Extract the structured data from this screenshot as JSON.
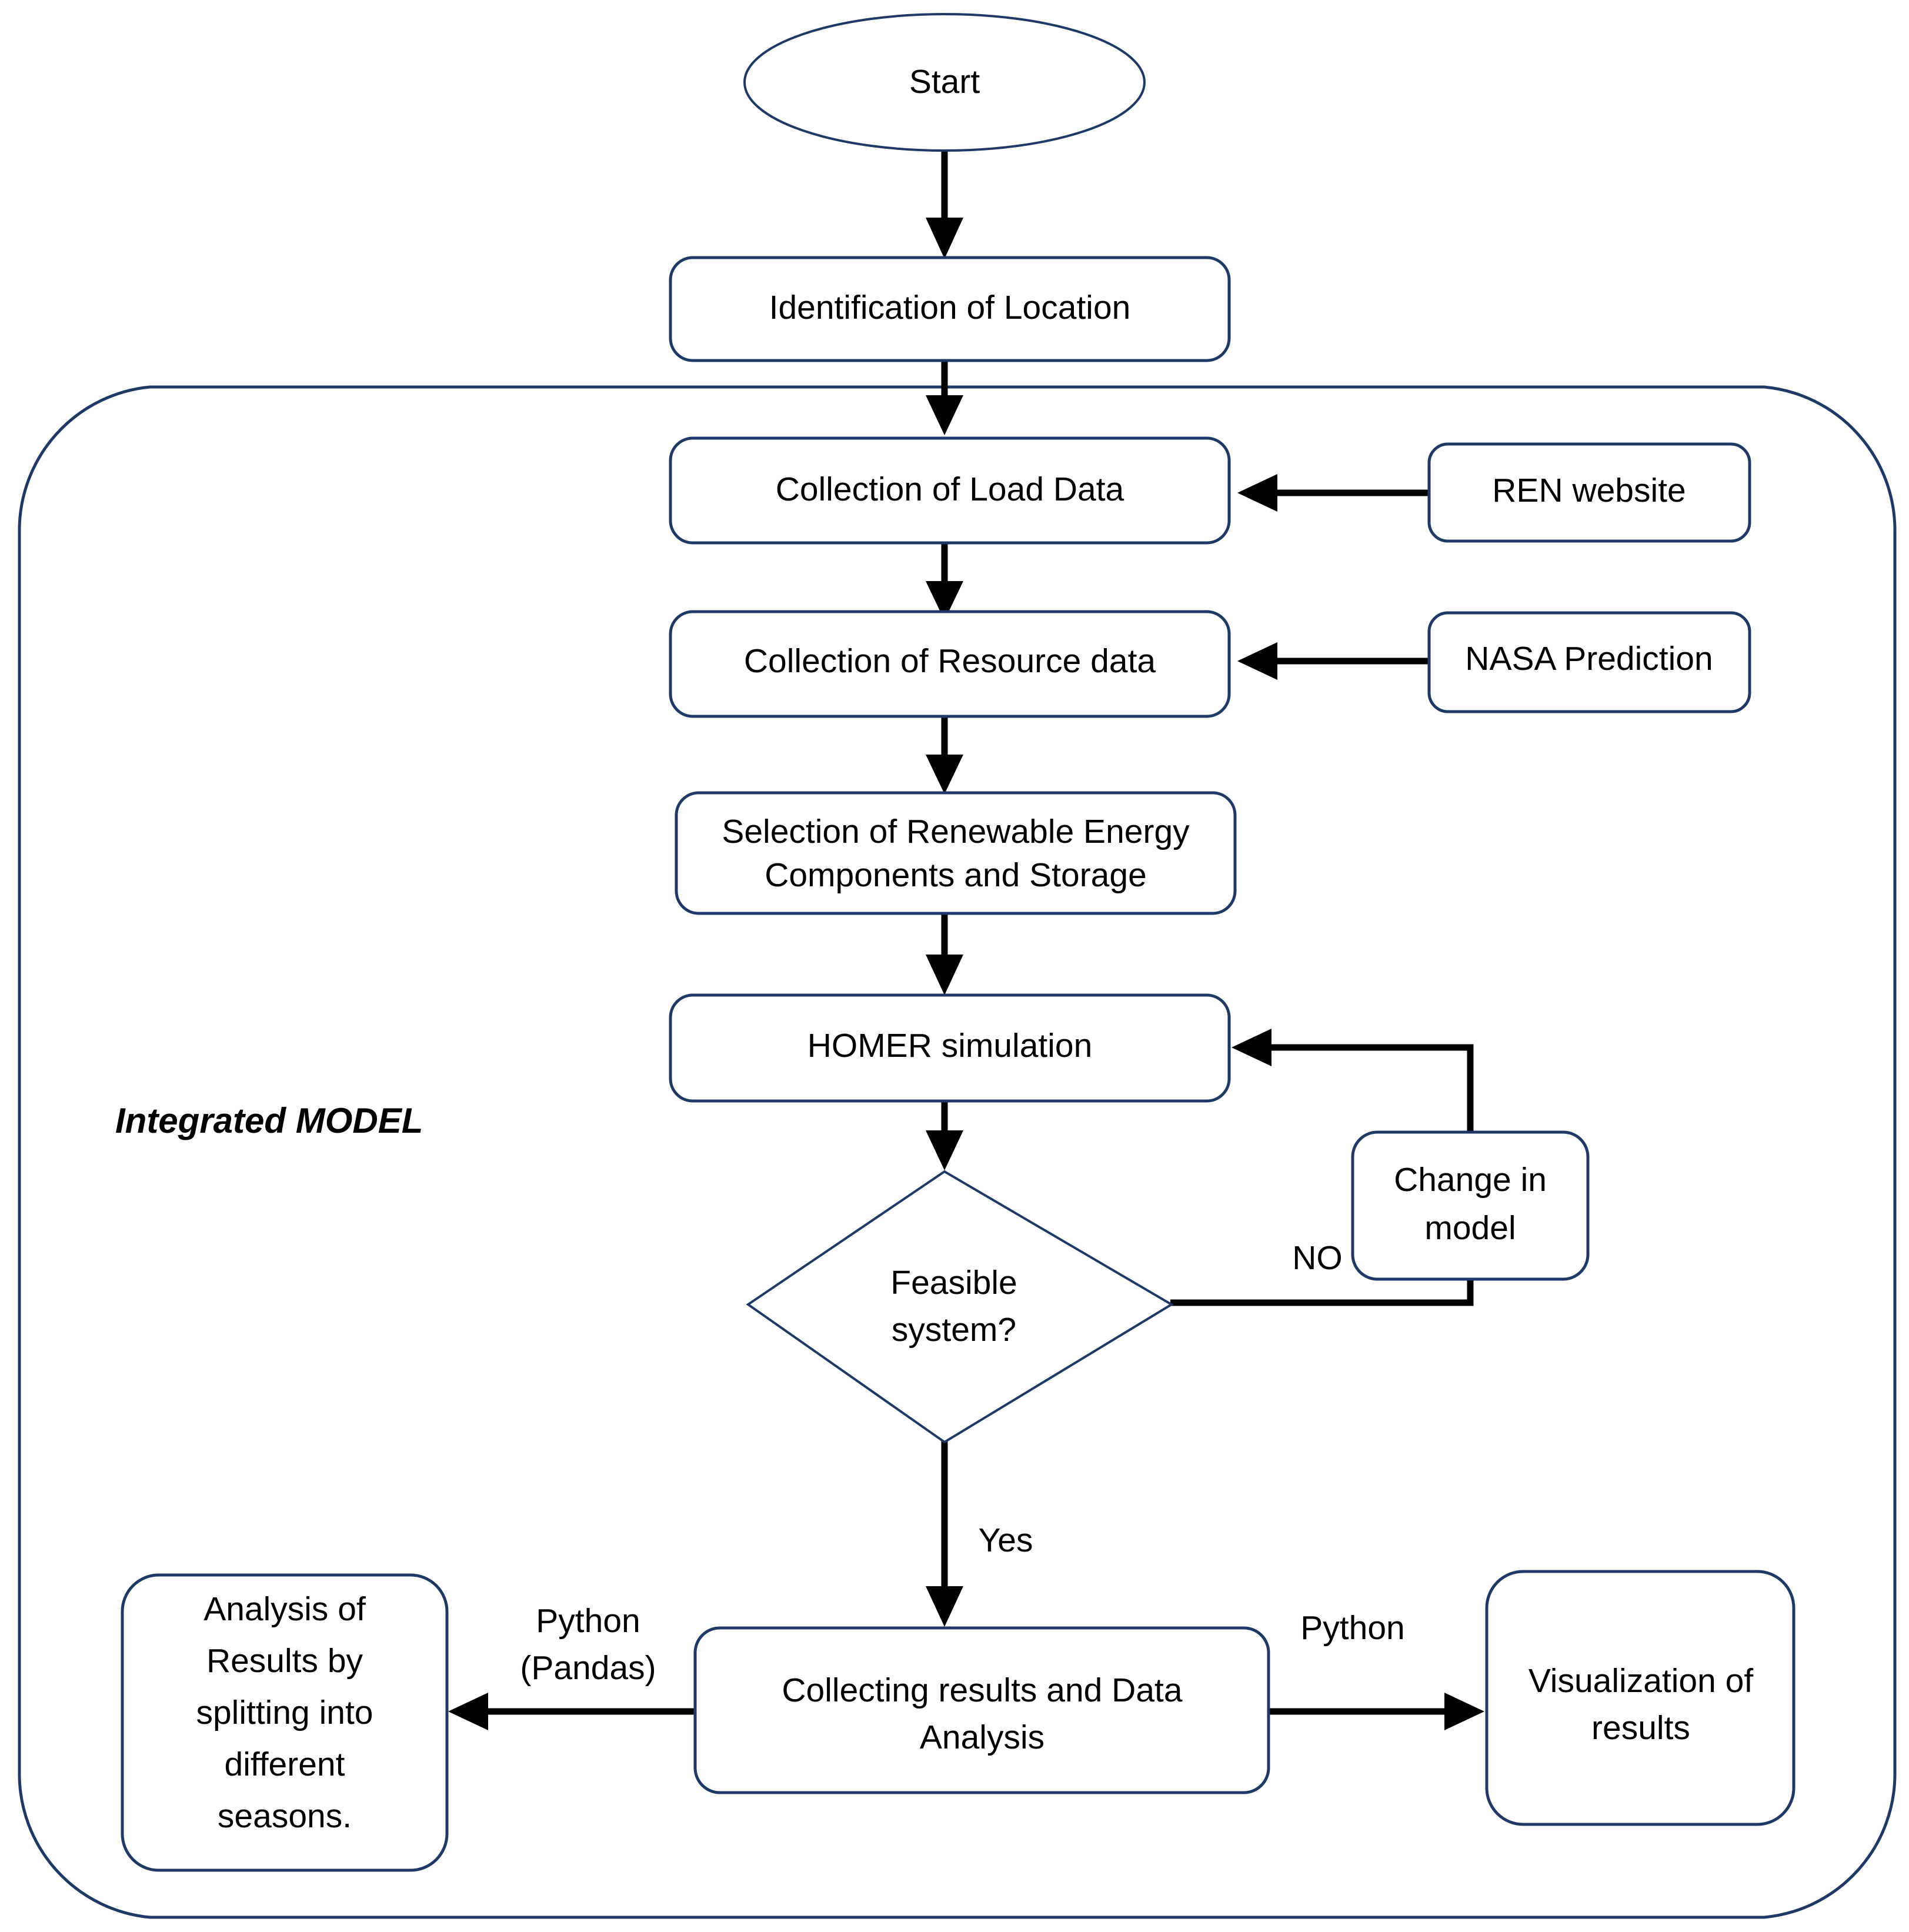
{
  "diagram": {
    "title_label": "Integrated MODEL",
    "accent_color": "#1f3864",
    "connector_color": "#000000",
    "background_color": "#ffffff"
  },
  "nodes": {
    "start": {
      "label": "Start",
      "shape": "ellipse"
    },
    "identification": {
      "label": "Identification of Location",
      "shape": "rounded-rect"
    },
    "load_data": {
      "label": "Collection of Load Data",
      "shape": "rounded-rect"
    },
    "ren_website": {
      "label": "REN website",
      "shape": "rounded-rect"
    },
    "resource_data": {
      "label": "Collection of Resource data",
      "shape": "rounded-rect"
    },
    "nasa_prediction": {
      "label": "NASA Prediction",
      "shape": "rounded-rect"
    },
    "selection": {
      "line1": "Selection of Renewable Energy",
      "line2": "Components and Storage",
      "shape": "rounded-rect"
    },
    "homer": {
      "label": "HOMER simulation",
      "shape": "rounded-rect"
    },
    "change_model": {
      "line1": "Change in",
      "line2": "model",
      "shape": "rounded-rect"
    },
    "feasible": {
      "line1": "Feasible",
      "line2": "system?",
      "shape": "diamond"
    },
    "collecting": {
      "line1": "Collecting results and Data",
      "line2": "Analysis",
      "shape": "rounded-rect"
    },
    "analysis_seasons": {
      "line1": "Analysis of",
      "line2": "Results by",
      "line3": "splitting into",
      "line4": "different",
      "line5": "seasons.",
      "shape": "rounded-rect"
    },
    "visualization": {
      "line1": "Visualization of",
      "line2": "results",
      "shape": "rounded-rect"
    }
  },
  "edge_labels": {
    "no": "NO",
    "yes": "Yes",
    "python_pandas_line1": "Python",
    "python_pandas_line2": "(Pandas)",
    "python": "Python"
  }
}
